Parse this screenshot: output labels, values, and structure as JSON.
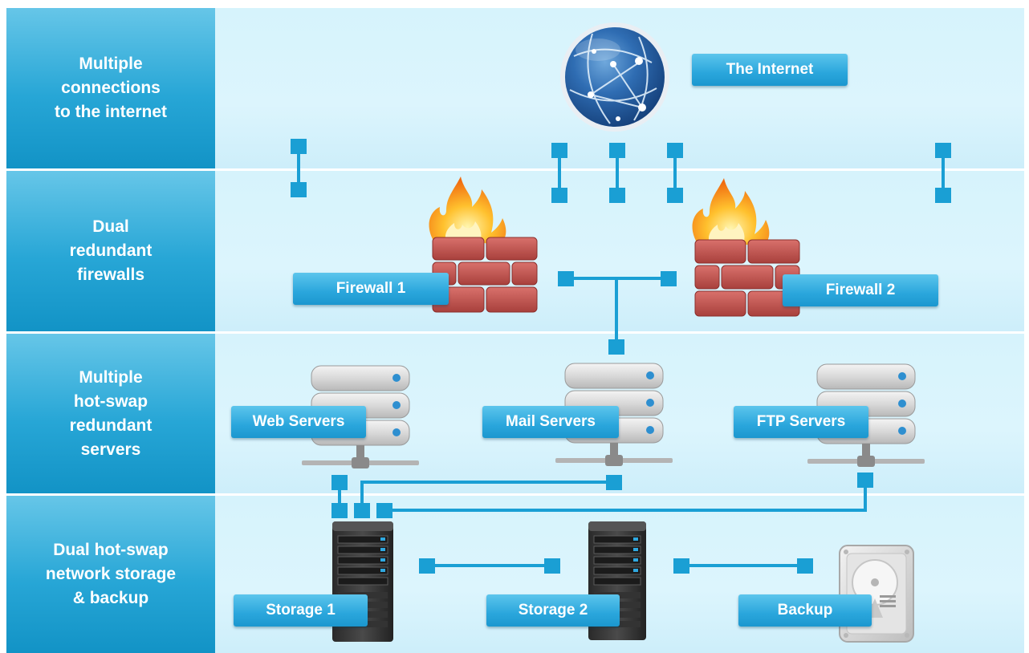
{
  "rows": [
    {
      "label": "Multiple\nconnections\nto the internet"
    },
    {
      "label": "Dual\nredundant\nfirewalls"
    },
    {
      "label": "Multiple\nhot-swap\nredundant\nservers"
    },
    {
      "label": "Dual hot-swap\nnetwork storage\n& backup"
    }
  ],
  "nodes": {
    "internet": "The Internet",
    "firewall1": "Firewall 1",
    "firewall2": "Firewall 2",
    "web": "Web Servers",
    "mail": "Mail Servers",
    "ftp": "FTP Servers",
    "storage1": "Storage 1",
    "storage2": "Storage 2",
    "backup": "Backup"
  },
  "colors": {
    "label_blue": "#1f9fd2",
    "row_background": "#d8f3fc",
    "connector": "#1a9fd4",
    "brick": "#c0504d"
  }
}
